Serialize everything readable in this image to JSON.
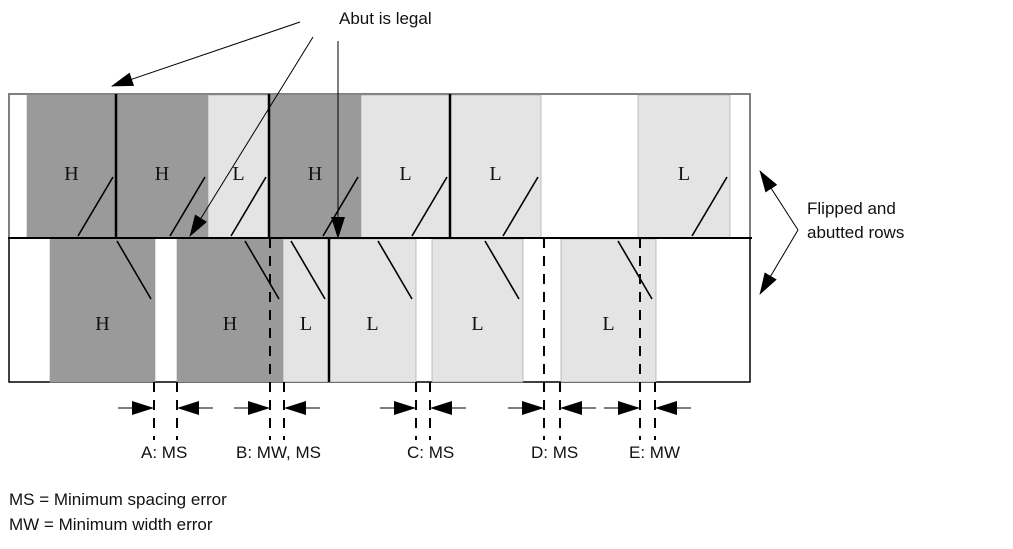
{
  "colors": {
    "high": "#9a9a9a",
    "low": "#e4e4e4",
    "line": "#000000",
    "frame": "#808080"
  },
  "annotations": {
    "abut_label": "Abut is legal",
    "rows_label_line1": "Flipped and",
    "rows_label_line2": "abutted rows"
  },
  "top_row": {
    "cells": [
      {
        "label": "H",
        "type": "high"
      },
      {
        "label": "H",
        "type": "high"
      },
      {
        "label": "L",
        "type": "low"
      },
      {
        "label": "H",
        "type": "high"
      },
      {
        "label": "L",
        "type": "low"
      },
      {
        "label": "L",
        "type": "low"
      },
      {
        "label": "L",
        "type": "low"
      }
    ]
  },
  "bottom_row": {
    "cells": [
      {
        "label": "H",
        "type": "high"
      },
      {
        "label": "H",
        "type": "high"
      },
      {
        "label": "L",
        "type": "low"
      },
      {
        "label": "L",
        "type": "low"
      },
      {
        "label": "L",
        "type": "low"
      },
      {
        "label": "L",
        "type": "low"
      }
    ]
  },
  "errors": [
    {
      "id": "A",
      "label": "A: MS"
    },
    {
      "id": "B",
      "label": "B: MW, MS"
    },
    {
      "id": "C",
      "label": "C: MS"
    },
    {
      "id": "D",
      "label": "D: MS"
    },
    {
      "id": "E",
      "label": "E: MW"
    }
  ],
  "legend": {
    "line1": "MS = Minimum spacing error",
    "line2": "MW = Minimum width error"
  }
}
